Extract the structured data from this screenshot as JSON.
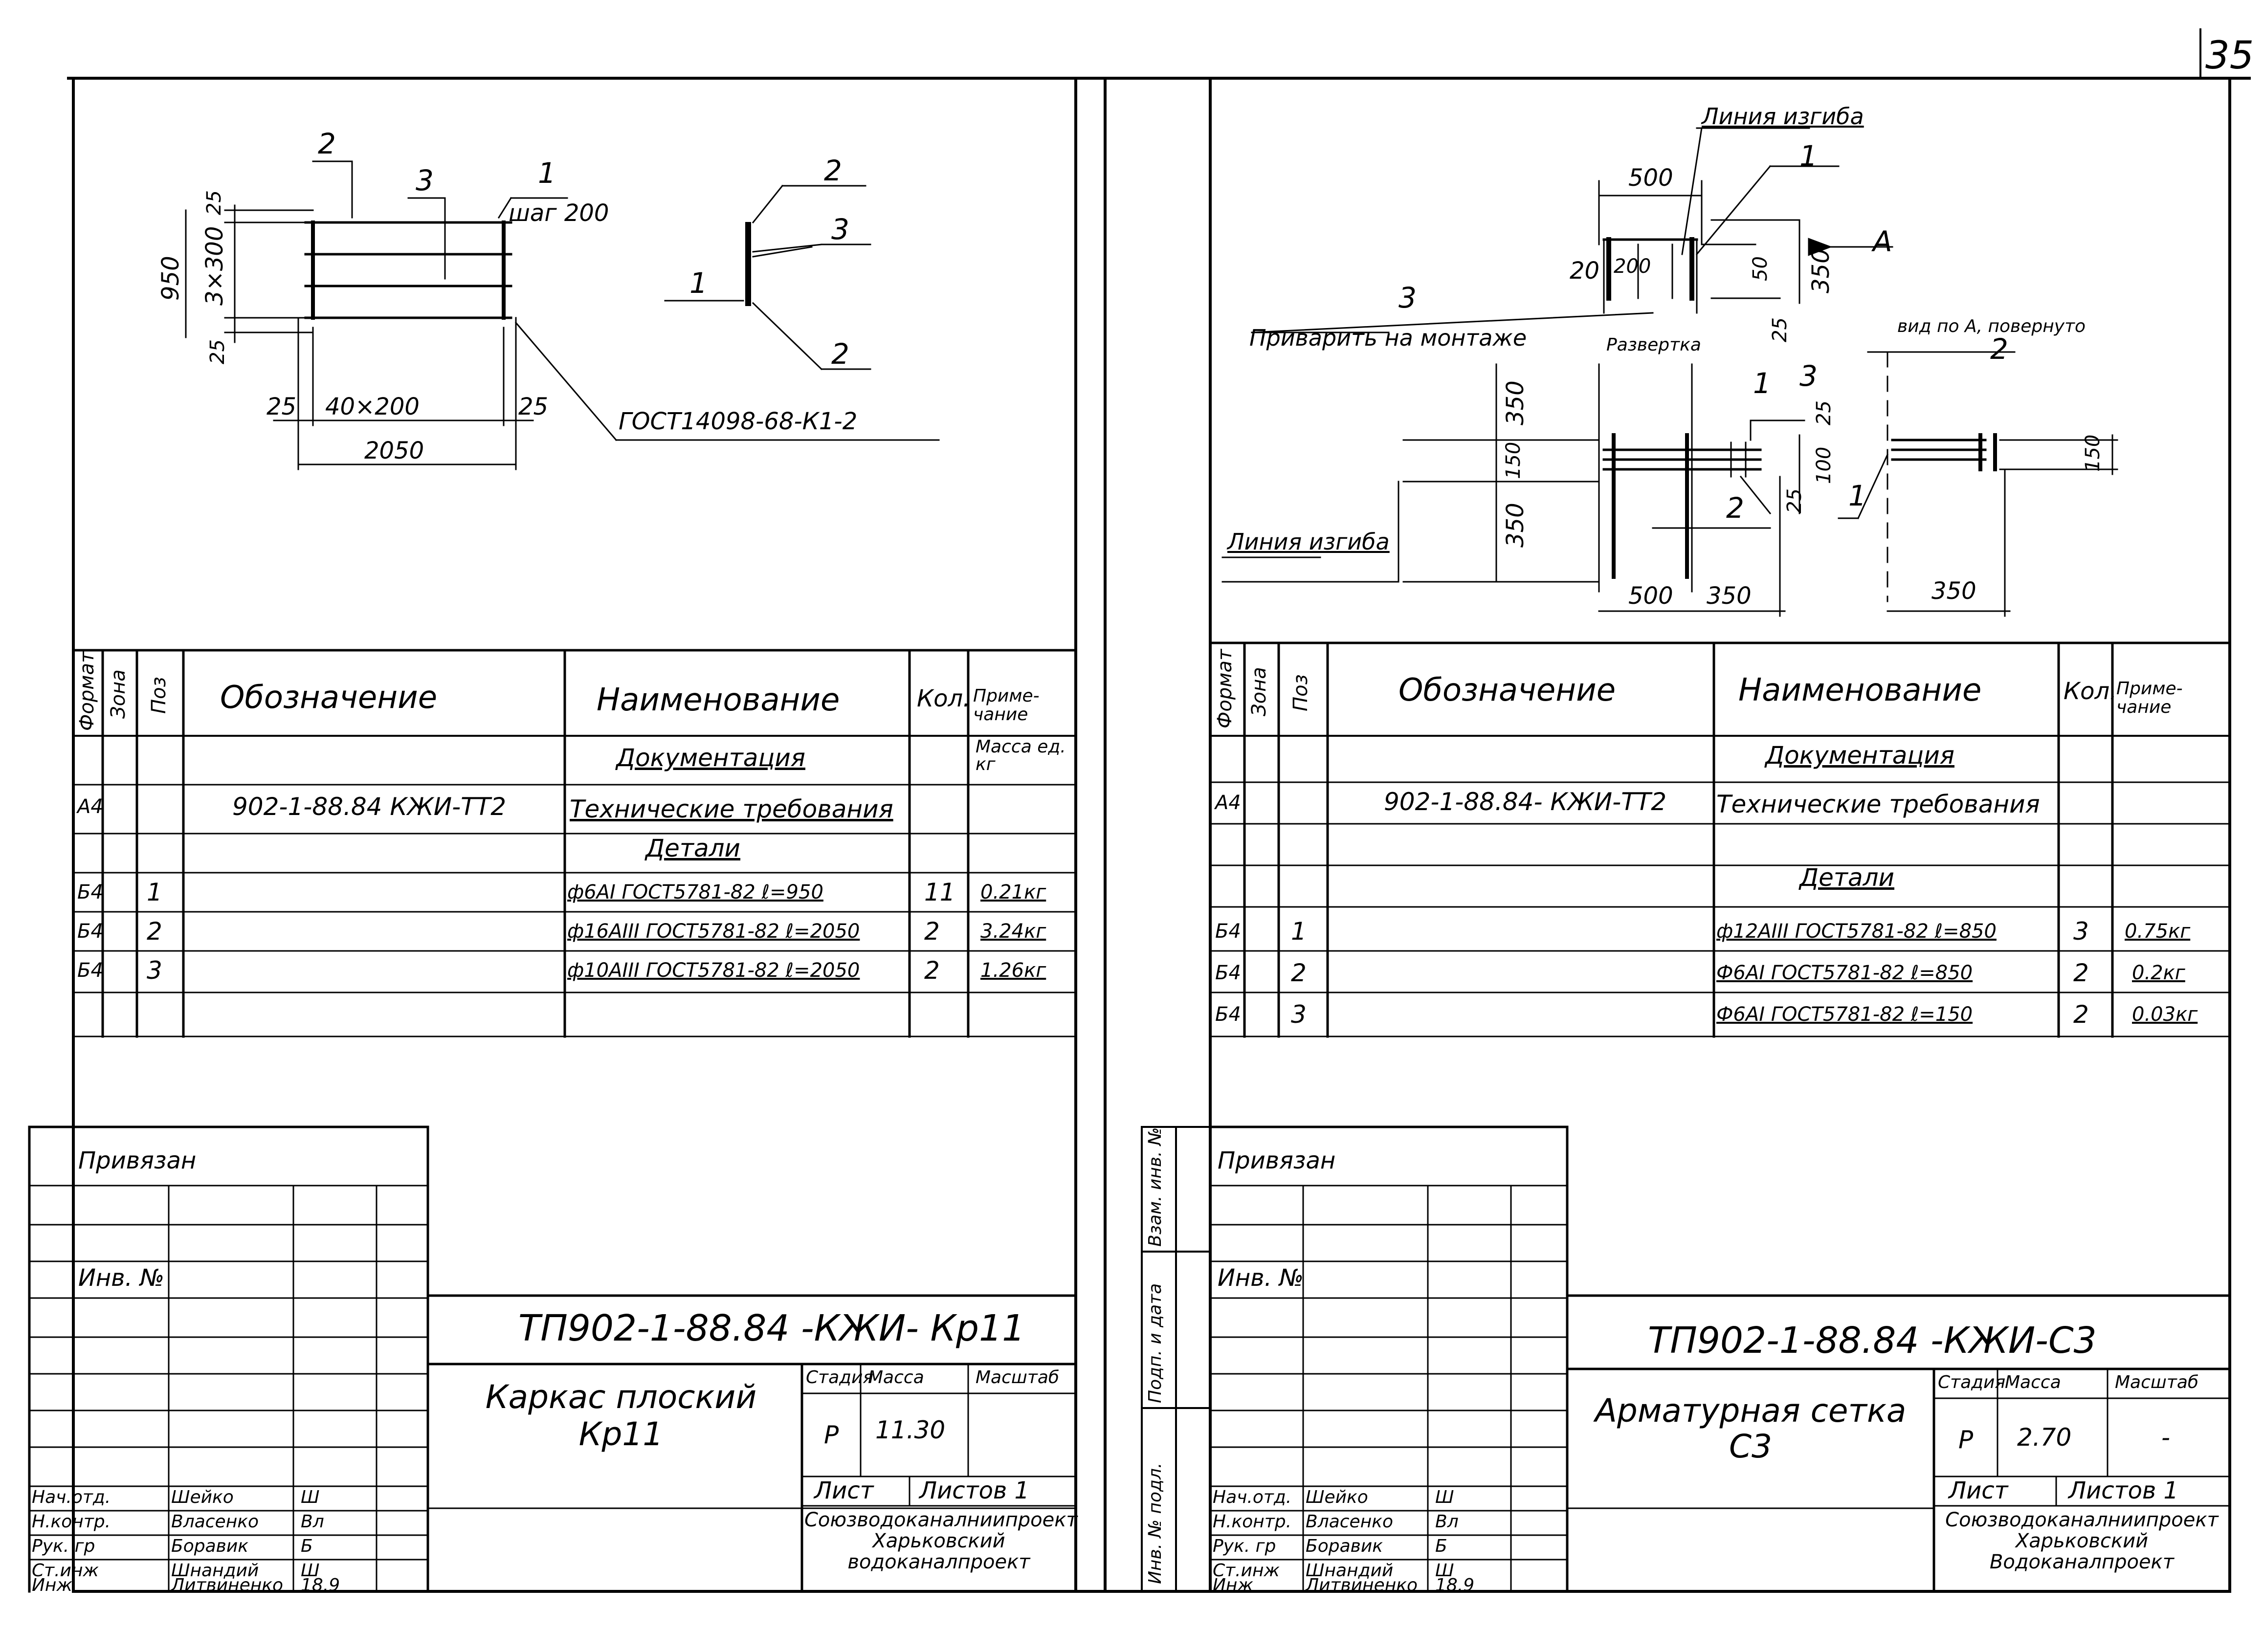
{
  "sheet_number": "35",
  "left": {
    "drawing": {
      "pos_labels": [
        "2",
        "3",
        "1"
      ],
      "step_label": "шаг 200",
      "dims": {
        "h_total": "950",
        "h_mid": "3×300",
        "h_top": "25",
        "h_bot": "25",
        "w_left": "25",
        "w_mid": "40×200",
        "w_right": "25",
        "w_total": "2050"
      },
      "section_labels": [
        "2",
        "3",
        "1",
        "2"
      ],
      "gost": "ГОСТ14098-68-К1-2"
    },
    "spec": {
      "headers": [
        "Формат",
        "Зона",
        "Поз",
        "Обозначение",
        "Наименование",
        "Кол.",
        "Приме-чание"
      ],
      "mass_note": "Масса ед. кг",
      "section_docs": "Документация",
      "section_parts": "Детали",
      "rows": [
        {
          "format": "А4",
          "zone": "",
          "pos": "",
          "designation": "902-1-88.84 КЖИ-ТТ2",
          "name": "Технические требования",
          "qty": "",
          "note": ""
        },
        {
          "format": "Б4",
          "zone": "",
          "pos": "1",
          "designation": "",
          "name": "ф6АI ГОСТ5781-82 ℓ=950",
          "qty": "11",
          "note": "0.21кг"
        },
        {
          "format": "Б4",
          "zone": "",
          "pos": "2",
          "designation": "",
          "name": "ф16АIII ГОСТ5781-82 ℓ=2050",
          "qty": "2",
          "note": "3.24кг"
        },
        {
          "format": "Б4",
          "zone": "",
          "pos": "3",
          "designation": "",
          "name": "ф10АIII ГОСТ5781-82 ℓ=2050",
          "qty": "2",
          "note": "1.26кг"
        }
      ]
    },
    "titleblock": {
      "privyazan": "Привязан",
      "inv": "Инв. №",
      "code": "ТП902-1-88.84 -КЖИ- Кр11",
      "title": "Каркас плоский Кр11",
      "stage_hdr": "Стадия",
      "mass_hdr": "Масса",
      "scale_hdr": "Масштаб",
      "stage": "Р",
      "mass": "11.30",
      "scale": "",
      "sheet_hdr": "Лист",
      "sheets_hdr": "Листов 1",
      "org": "Союзводоканалниипроект Харьковский водоканалпроект",
      "roles": [
        "Нач.отд.",
        "Н.контр.",
        "Рук. гр",
        "Ст.инж",
        "Инж"
      ],
      "names": [
        "Шейко",
        "Власенко",
        "Боравик",
        "Шнандий",
        "Литвиненко"
      ],
      "signs": [
        "Ш",
        "Вл",
        "Б",
        "Ш",
        "18.9"
      ]
    }
  },
  "right": {
    "drawing": {
      "bend_line_top": "Линия изгиба",
      "dims_top": {
        "w": "500",
        "h": "350",
        "ins_w": "200",
        "ins_side": "20",
        "v50": "50",
        "v25": "25"
      },
      "pos_labels_top": [
        "1",
        "3"
      ],
      "arrow_a": "А",
      "weld_note": "Приварить на монтаже",
      "razv": "Развертка",
      "view_a": "вид по А, повернуто",
      "dims_mid": {
        "v350a": "350",
        "v150": "150",
        "v350b": "350",
        "v25": "25",
        "v100": "100",
        "v25b": "25",
        "w500": "500",
        "w350": "350",
        "w350b": "350",
        "v150b": "150"
      },
      "pos_labels_mid": [
        "1",
        "3",
        "2",
        "2",
        "1"
      ],
      "bend_line_bot": "Линия изгиба"
    },
    "spec": {
      "headers": [
        "Формат",
        "Зона",
        "Поз",
        "Обозначение",
        "Наименование",
        "Кол.",
        "Приме-чание"
      ],
      "section_docs": "Документация",
      "section_parts": "Детали",
      "rows": [
        {
          "format": "А4",
          "zone": "",
          "pos": "",
          "designation": "902-1-88.84- КЖИ-ТТ2",
          "name": "Технические требования",
          "qty": "",
          "note": ""
        },
        {
          "format": "Б4",
          "zone": "",
          "pos": "1",
          "designation": "",
          "name": "ф12АIII ГОСТ5781-82 ℓ=850",
          "qty": "3",
          "note": "0.75кг"
        },
        {
          "format": "Б4",
          "zone": "",
          "pos": "2",
          "designation": "",
          "name": "Ф6АI ГОСТ5781-82 ℓ=850",
          "qty": "2",
          "note": "0.2кг"
        },
        {
          "format": "Б4",
          "zone": "",
          "pos": "3",
          "designation": "",
          "name": "Ф6АI ГОСТ5781-82 ℓ=150",
          "qty": "2",
          "note": "0.03кг"
        }
      ]
    },
    "side_stamp": [
      "Инв. № подл.",
      "Подп. и дата",
      "Взам. инв. №"
    ],
    "titleblock": {
      "privyazan": "Привязан",
      "inv": "Инв. №",
      "code": "ТП902-1-88.84 -КЖИ-С3",
      "title": "Арматурная сетка С3",
      "stage_hdr": "Стадия",
      "mass_hdr": "Масса",
      "scale_hdr": "Масштаб",
      "stage": "Р",
      "mass": "2.70",
      "scale": "-",
      "sheet_hdr": "Лист",
      "sheets_hdr": "Листов 1",
      "org": "Союзводоканалниипроект Харьковский Водоканалпроект",
      "roles": [
        "Нач.отд.",
        "Н.контр.",
        "Рук. гр",
        "Ст.инж",
        "Инж"
      ],
      "names": [
        "Шейко",
        "Власенко",
        "Боравик",
        "Шнандий",
        "Литвиненко"
      ],
      "signs": [
        "Ш",
        "Вл",
        "Б",
        "Ш",
        "18.9"
      ]
    }
  }
}
